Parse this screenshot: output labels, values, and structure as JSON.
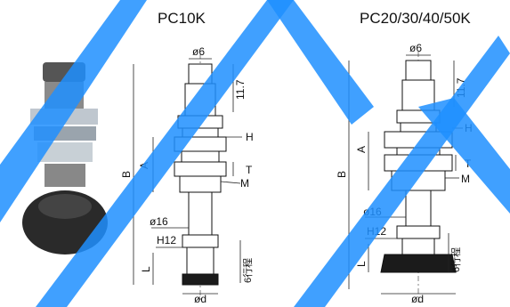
{
  "titles": {
    "left": "PC10K",
    "right": "PC20/30/40/50K"
  },
  "left_dims": {
    "phi6": "ø6",
    "d11_7": "11.7",
    "H": "H",
    "A": "A",
    "B": "B",
    "T": "T",
    "M": "M",
    "phi16": "ø16",
    "H12": "H12",
    "L": "L",
    "stroke": "6行程",
    "phid": "ød"
  },
  "right_dims": {
    "phi6": "ø6",
    "d11_7": "11.7",
    "H": "H",
    "A": "A",
    "B": "B",
    "T": "T",
    "M": "M",
    "phi16": "ø16",
    "H12": "H12",
    "L": "L",
    "stroke": "6行程",
    "phid": "ød"
  },
  "colors": {
    "watermark": "#1e8fff",
    "line": "#222222",
    "rubber": "#1b1b1b"
  }
}
